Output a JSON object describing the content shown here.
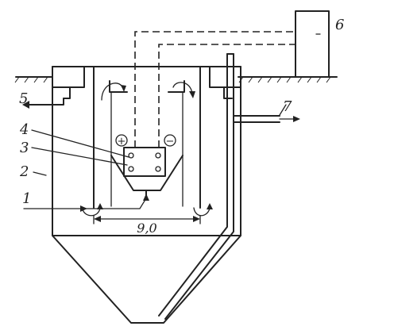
{
  "labels": {
    "l1": "1",
    "l2": "2",
    "l3": "3",
    "l4": "4",
    "l5": "5",
    "l6": "6",
    "l7": "7",
    "dimension": "9,0",
    "plus": "+",
    "minus": "−"
  },
  "colors": {
    "ink": "#222222",
    "background": "#ffffff"
  }
}
